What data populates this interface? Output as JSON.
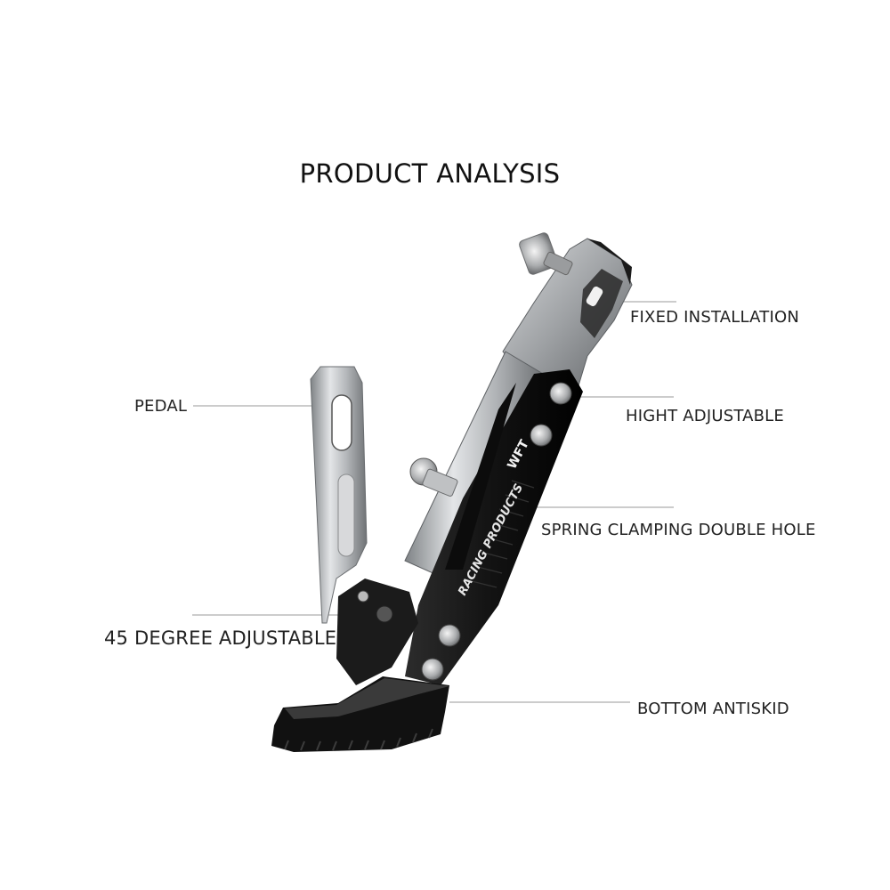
{
  "title": "PRODUCT ANALYSIS",
  "brand_text": "RACING PRODUCTS",
  "logo_text": "WFT",
  "callouts": {
    "pedal": "PEDAL",
    "fixed_installation": "FIXED INSTALLATION",
    "hight_adjustable": "HIGHT ADJUSTABLE",
    "spring_clamping": "SPRING CLAMPING DOUBLE HOLE",
    "degree_adjustable": "45 DEGREE ADJUSTABLE",
    "bottom_antiskid": "BOTTOM ANTISKID"
  },
  "colors": {
    "black_anodized": "#151515",
    "silver_aluminum": "#b9bcbf",
    "leader_line": "#9a9a9a"
  }
}
